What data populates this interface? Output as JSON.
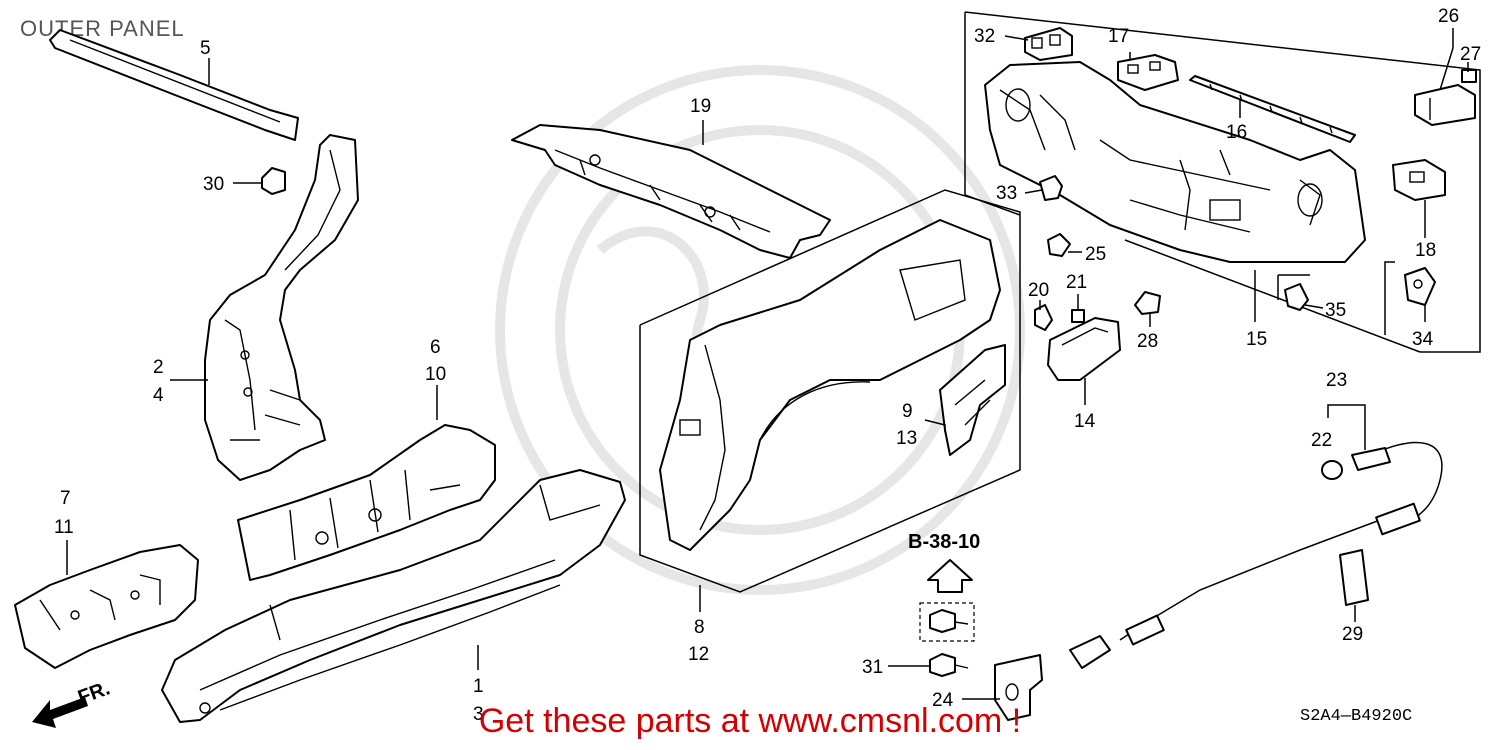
{
  "title": "OUTER PANEL",
  "callouts": {
    "c1": "1",
    "c2": "2",
    "c3": "3",
    "c4": "4",
    "c5": "5",
    "c6": "6",
    "c7": "7",
    "c8": "8",
    "c9": "9",
    "c10": "10",
    "c11": "11",
    "c12": "12",
    "c13": "13",
    "c14": "14",
    "c15": "15",
    "c16": "16",
    "c17": "17",
    "c18": "18",
    "c19": "19",
    "c20": "20",
    "c21": "21",
    "c22": "22",
    "c23": "23",
    "c24": "24",
    "c25": "25",
    "c26": "26",
    "c27": "27",
    "c28": "28",
    "c29": "29",
    "c30": "30",
    "c31": "31",
    "c32": "32",
    "c33": "33",
    "c34": "34",
    "c35": "35"
  },
  "reference": "B-38-10",
  "direction_label": "FR.",
  "diagram_code": "S2A4—B4920C",
  "promo_text": "Get these parts at www.cmsnl.com !"
}
